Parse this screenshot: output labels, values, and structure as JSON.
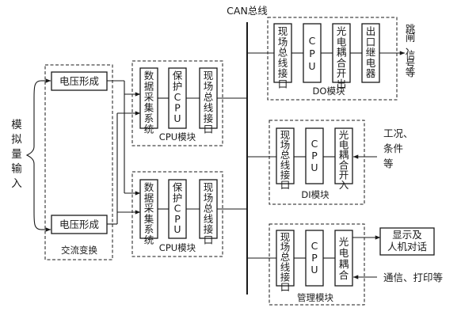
{
  "bus": {
    "label": "CAN总线"
  },
  "analog_input": {
    "label": "模拟量输入"
  },
  "ac_group": {
    "caption": "交流变换",
    "voltage_top": "电压形成",
    "voltage_bottom": "电压形成"
  },
  "cpu_module_1": {
    "caption": "CPU模块",
    "acquisition": "数据采集系统",
    "protection": "保护CPU",
    "fieldbus": "现场总线接口"
  },
  "cpu_module_2": {
    "caption": "CPU模块",
    "acquisition": "数据采集系统",
    "protection": "保护CPU",
    "fieldbus": "现场总线接口"
  },
  "do_module": {
    "caption": "DO模块",
    "fieldbus": "现场总线接口",
    "cpu": "CPU",
    "optocoupler": "光电耦合开出",
    "relay": "出口继电器",
    "output_label": "跳闸、信号等"
  },
  "di_module": {
    "caption": "DI模块",
    "fieldbus": "现场总线接口",
    "cpu": "CPU",
    "optocoupler": "光电耦合开入",
    "input_label": "工况、条件等"
  },
  "mgmt_module": {
    "caption": "管理模块",
    "fieldbus": "现场总线接口",
    "cpu": "CPU",
    "optocoupler": "光电耦合",
    "display_box": "显示及人机对话",
    "comm_label": "通信、打印等"
  }
}
